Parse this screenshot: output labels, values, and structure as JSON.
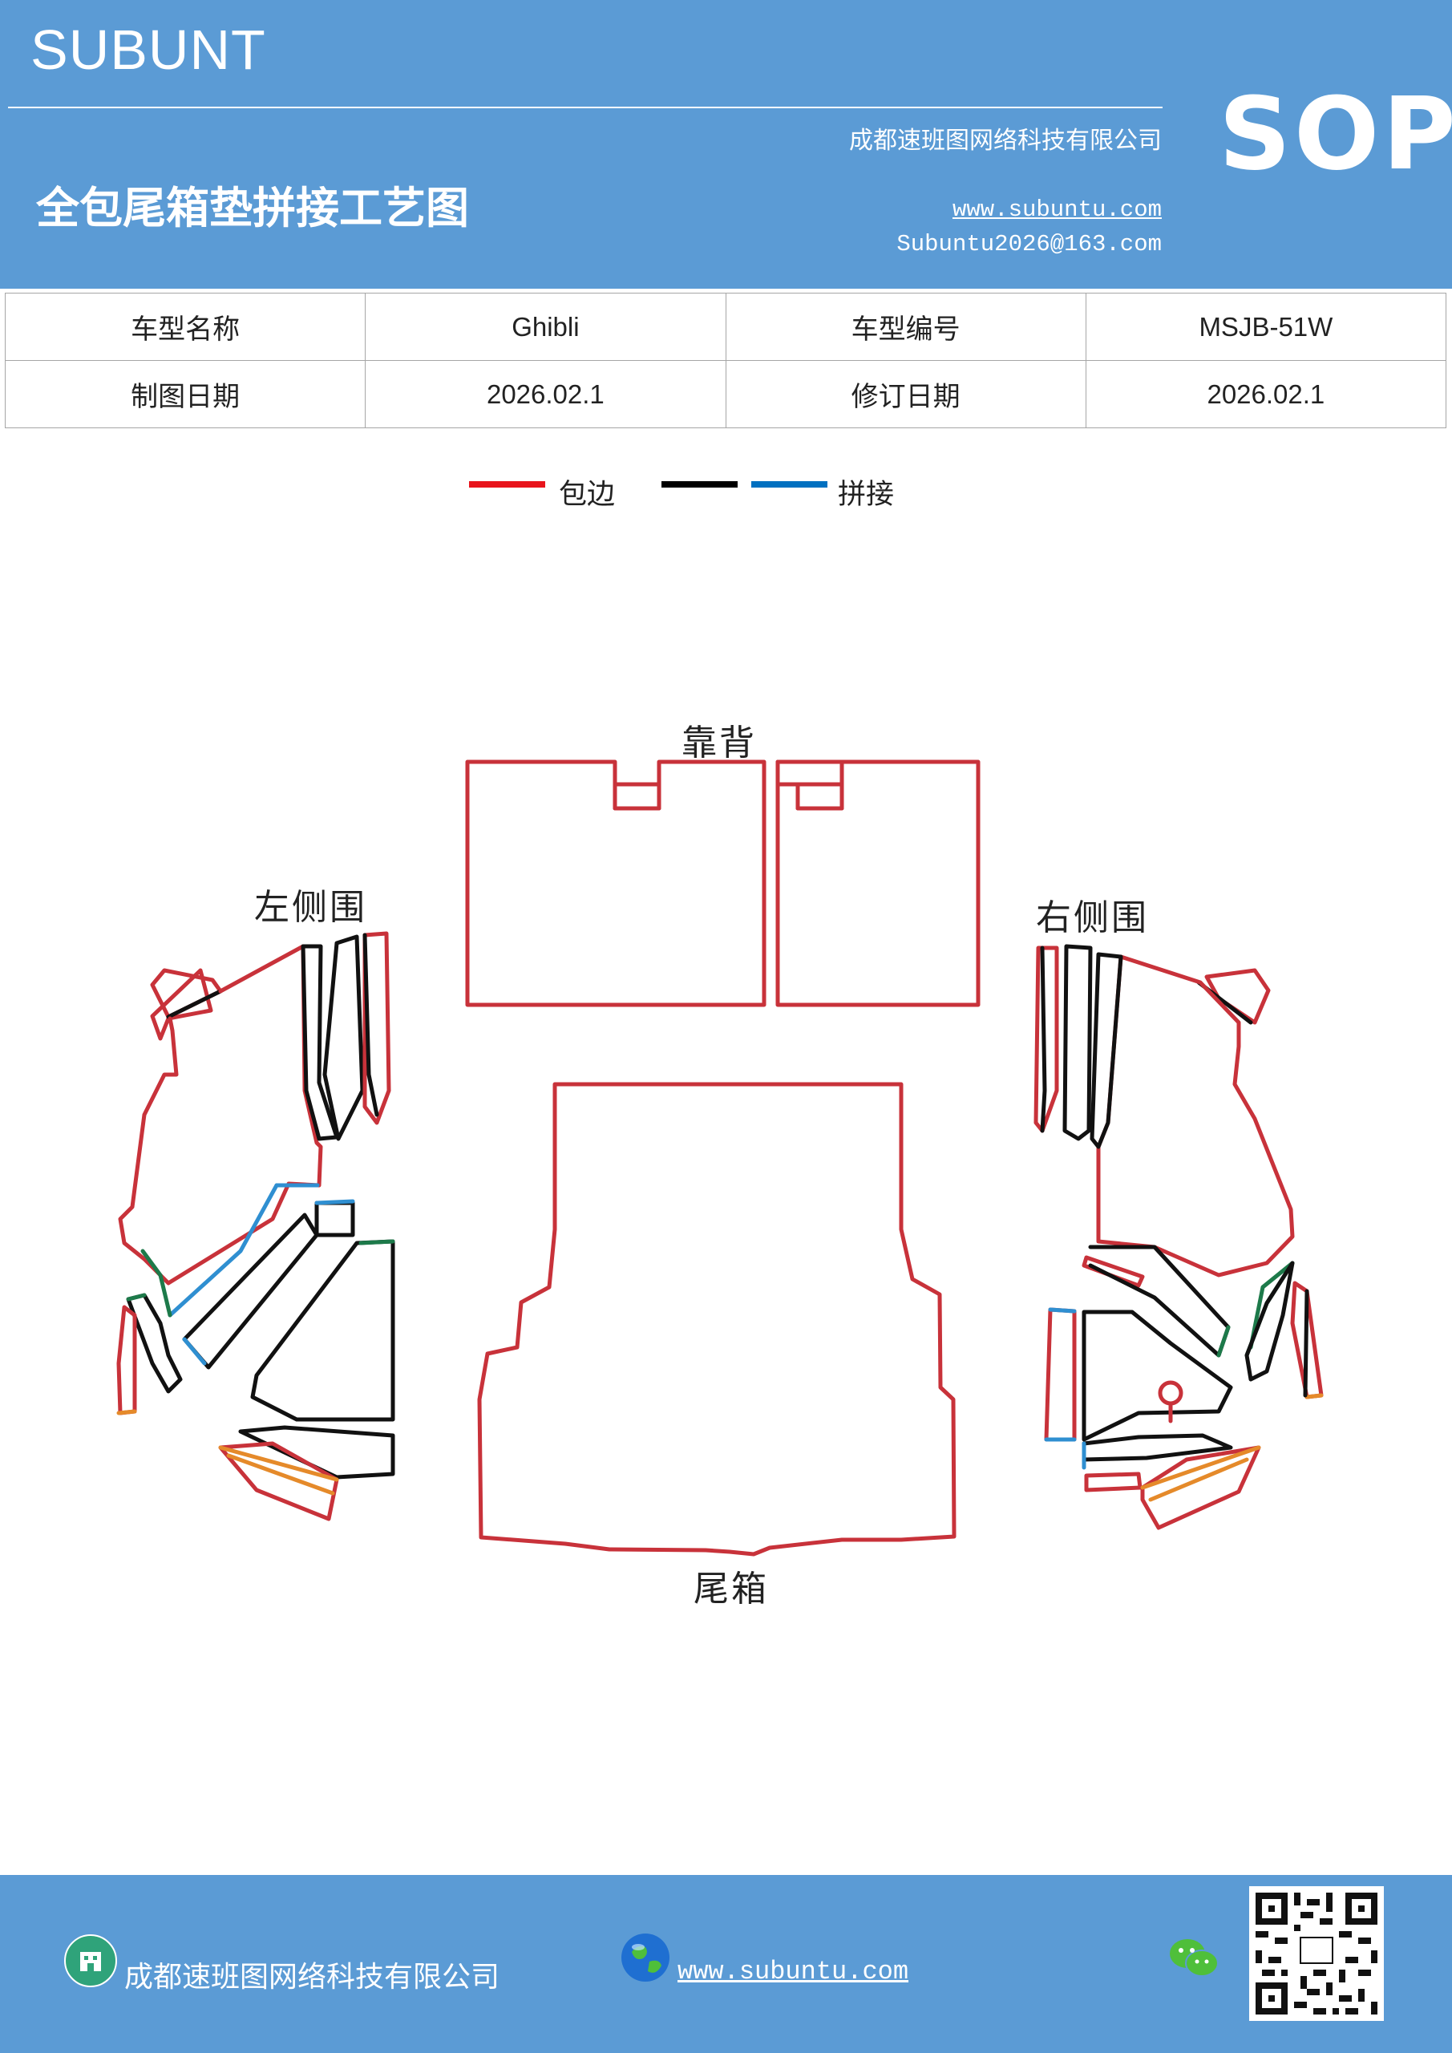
{
  "header": {
    "brand": "SUBUNT",
    "company": "成都速班图网络科技有限公司",
    "title": "全包尾箱垫拼接工艺图",
    "website": "www.subuntu.com",
    "email": "Subuntu2026@163.com",
    "badge": "SOP"
  },
  "info": {
    "model_name_label": "车型名称",
    "model_name": "Ghibli",
    "model_code_label": "车型编号",
    "model_code": "MSJB-51W",
    "draw_date_label": "制图日期",
    "draw_date": "2026.02.1",
    "revise_date_label": "修订日期",
    "revise_date": "2026.02.1"
  },
  "legend": {
    "items": [
      {
        "label": "包边",
        "color": "#e8141c"
      },
      {
        "label": "",
        "color": "#000000"
      },
      {
        "label": "拼接",
        "color": "#0070c0"
      }
    ]
  },
  "diagram": {
    "labels": {
      "backrest": "靠背",
      "left_side": "左侧围",
      "right_side": "右侧围",
      "trunk": "尾箱"
    },
    "colors": {
      "edge": "#c8323a",
      "join_black": "#111111",
      "join_blue": "#2f8fd1",
      "join_green": "#1d7a4a",
      "join_orange": "#e58a2a"
    }
  },
  "footer": {
    "company": "成都速班图网络科技有限公司",
    "website": "www.subuntu.com",
    "icons": [
      "building-icon",
      "globe-icon",
      "wechat-icon",
      "qr-code"
    ]
  }
}
